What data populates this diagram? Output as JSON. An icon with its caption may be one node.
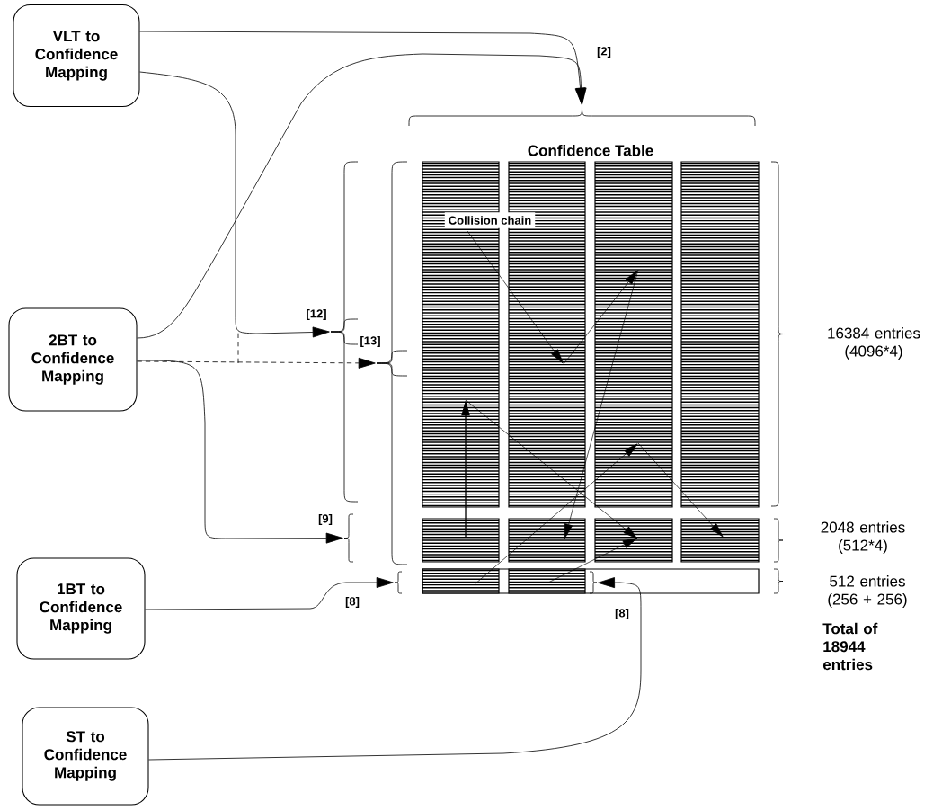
{
  "diagram": {
    "nodes": [
      {
        "text": [
          "VLT to Confidence Mapping"
        ]
      },
      {
        "text": [
          "2BT to Confidence Mapping"
        ]
      },
      {
        "text": [
          "1BT to Confidence Mapping"
        ]
      },
      {
        "text": [
          "ST to Confidence Mapping"
        ]
      },
      {
        "text": [
          "Confidence Table"
        ]
      },
      {
        "text": [],
        "shape": "brace"
      },
      {
        "text": [],
        "shape": "brace"
      },
      {
        "text": [],
        "shape": "brace"
      },
      {
        "text": [],
        "shape": "brace"
      },
      {
        "text": [],
        "shape": "brace"
      },
      {
        "text": [],
        "shape": "brace",
        "in": 4
      }
    ],
    "edges": [
      {
        "from": 0,
        "to": 5,
        "arrow": "to",
        "label": "[2]"
      },
      {
        "from": 1,
        "to": 5,
        "arrow": "to"
      },
      {
        "from": 0,
        "to": 6,
        "arrow": "to",
        "label": "[12]"
      },
      {
        "from": 1,
        "to": 7,
        "arrow": "to",
        "label": "[13]",
        "style": "dashed"
      },
      {
        "from": 1,
        "to": 8,
        "arrow": "to",
        "label": "[9]"
      },
      {
        "from": 2,
        "to": 9,
        "arrow": "to",
        "label": "[8]"
      },
      {
        "from": 3,
        "to": 10,
        "arrow": "to",
        "label": "[8]"
      }
    ],
    "labels": [
      "Collision chain",
      "16384 entries (4096*4)",
      "2048 entries (512*4)",
      "512 entries (256 + 256)",
      "Total of 18944 entries"
    ]
  }
}
